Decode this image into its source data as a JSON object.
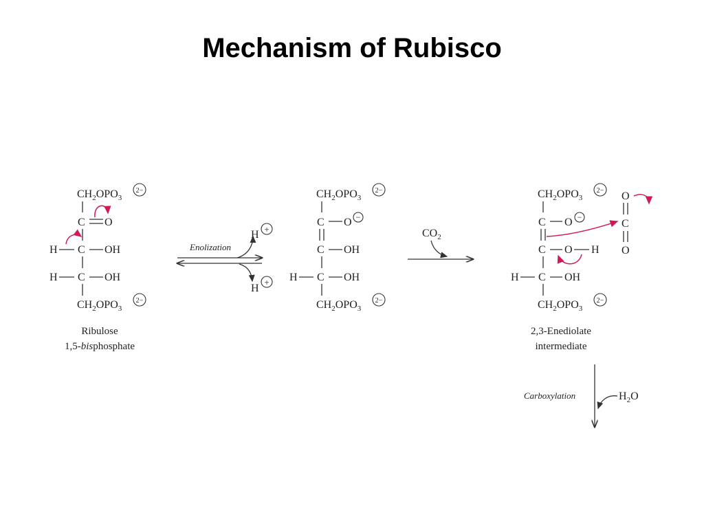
{
  "title": "Mechanism of Rubisco",
  "colors": {
    "curly_arrow": "#d3175b",
    "text": "#222222"
  },
  "groups": {
    "ch2opo3": "CH2OPO3",
    "charge_2minus": "2−",
    "charge_minus": "−",
    "charge_plus": "+"
  },
  "atoms": {
    "c": "C",
    "o": "O",
    "h": "H",
    "oh": "OH",
    "h2o": "H2O",
    "co2": "CO2"
  },
  "labels": {
    "compound1_line1": "Ribulose",
    "compound1_line2_prefix": "1,5-",
    "compound1_line2_italic": "bis",
    "compound1_line2_suffix": "phosphate",
    "compound3_line1": "2,3-Enediolate",
    "compound3_line2": "intermediate"
  },
  "steps": {
    "enolization": "Enolization",
    "carboxylation": "Carboxylation"
  }
}
